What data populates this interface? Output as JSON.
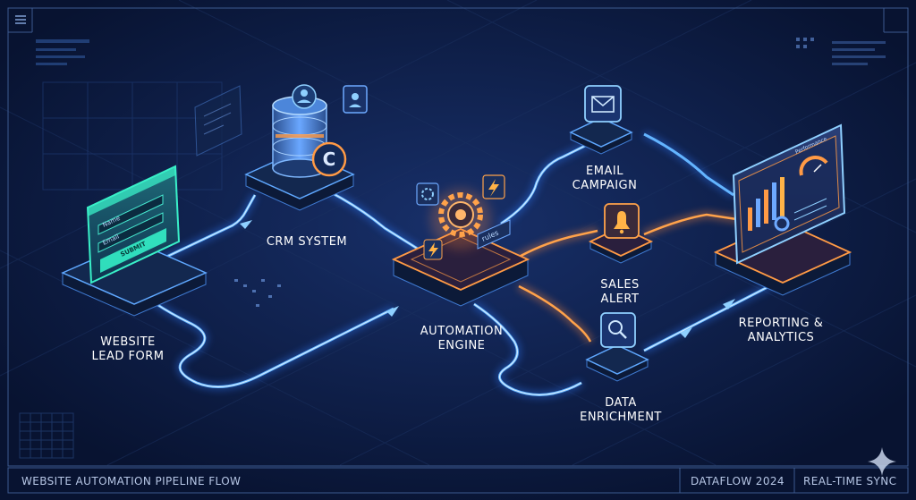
{
  "nodes": {
    "website_lead_form": {
      "label_line1": "WEBSITE",
      "label_line2": "LEAD FORM",
      "form_name": "Name",
      "form_email": "Email",
      "form_submit": "SUBMIT"
    },
    "crm_system": {
      "label": "CRM SYSTEM",
      "badge_letter": "C"
    },
    "automation_engine": {
      "label_line1": "AUTOMATION",
      "label_line2": "ENGINE",
      "rules_tag": "rules"
    },
    "email_campaign": {
      "label_line1": "EMAIL",
      "label_line2": "CAMPAIGN"
    },
    "sales_alert": {
      "label_line1": "SALES",
      "label_line2": "ALERT"
    },
    "data_enrichment": {
      "label_line1": "DATA",
      "label_line2": "ENRICHMENT"
    },
    "reporting_analytics": {
      "label_line1": "REPORTING &",
      "label_line2": "ANALYTICS",
      "panel_title": "Performance"
    }
  },
  "footer": {
    "title": "WEBSITE AUTOMATION PIPELINE FLOW",
    "year_tag": "DATAFLOW 2024",
    "sync_tag": "REAL-TIME SYNC"
  },
  "icons": {
    "menu": "menu-icon",
    "user": "user-icon",
    "gear": "gear-icon",
    "lightning": "lightning-icon",
    "envelope": "envelope-icon",
    "bell": "bell-icon",
    "magnifier": "magnifier-icon",
    "sparkle": "sparkle-icon"
  },
  "colors": {
    "background": "#0a1736",
    "flow_blue": "#63b4ff",
    "flow_orange": "#ffa24a",
    "lead_form_green": "#39f0c8"
  }
}
